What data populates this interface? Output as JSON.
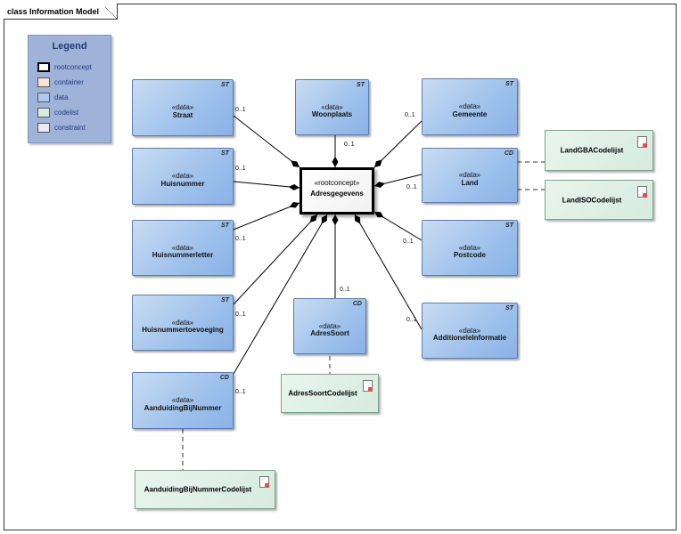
{
  "frame": {
    "title": "class Information Model"
  },
  "legend": {
    "title": "Legend",
    "items": [
      {
        "label": "rootconcept",
        "color": "#ffffff"
      },
      {
        "label": "container",
        "color": "#f8e3d2"
      },
      {
        "label": "data",
        "color": "#a9cbf2"
      },
      {
        "label": "codelist",
        "color": "#d8efe0"
      },
      {
        "label": "constraint",
        "color": "#ece8f4"
      }
    ]
  },
  "root": {
    "stereotype": "«rootconcept»",
    "name": "Adresgegevens"
  },
  "classes": {
    "straat": {
      "stereotype": "«data»",
      "name": "Straat",
      "corner": "ST",
      "mult": "0..1"
    },
    "woonplaats": {
      "stereotype": "«data»",
      "name": "Woonplaats",
      "corner": "ST",
      "mult": "0..1"
    },
    "gemeente": {
      "stereotype": "«data»",
      "name": "Gemeente",
      "corner": "ST",
      "mult": "0..1"
    },
    "huisnummer": {
      "stereotype": "«data»",
      "name": "Huisnummer",
      "corner": "ST",
      "mult": "0..1"
    },
    "land": {
      "stereotype": "«data»",
      "name": "Land",
      "corner": "CD",
      "mult": "0..1"
    },
    "huisnummerletter": {
      "stereotype": "«data»",
      "name": "Huisnummerletter",
      "corner": "ST",
      "mult": "0..1"
    },
    "postcode": {
      "stereotype": "«data»",
      "name": "Postcode",
      "corner": "ST",
      "mult": "0..1"
    },
    "huisnummertoevoeging": {
      "stereotype": "«data»",
      "name": "Huisnummertoevoeging",
      "corner": "ST",
      "mult": "0..1"
    },
    "adressoort": {
      "stereotype": "«data»",
      "name": "AdresSoort",
      "corner": "CD",
      "mult": "0..1"
    },
    "additioneleinformatie": {
      "stereotype": "«data»",
      "name": "AdditioneleInformatie",
      "corner": "ST",
      "mult": "0..1"
    },
    "aanduidingbijnummer": {
      "stereotype": "«data»",
      "name": "AanduidingBijNummer",
      "corner": "CD",
      "mult": "0..1"
    }
  },
  "codelists": {
    "landgba": {
      "name": "LandGBACodelijst"
    },
    "landiso": {
      "name": "LandISOCodelijst"
    },
    "adressoort": {
      "name": "AdresSoortCodelijst"
    },
    "aanduiding": {
      "name": "AanduidingBijNummerCodelijst"
    }
  }
}
